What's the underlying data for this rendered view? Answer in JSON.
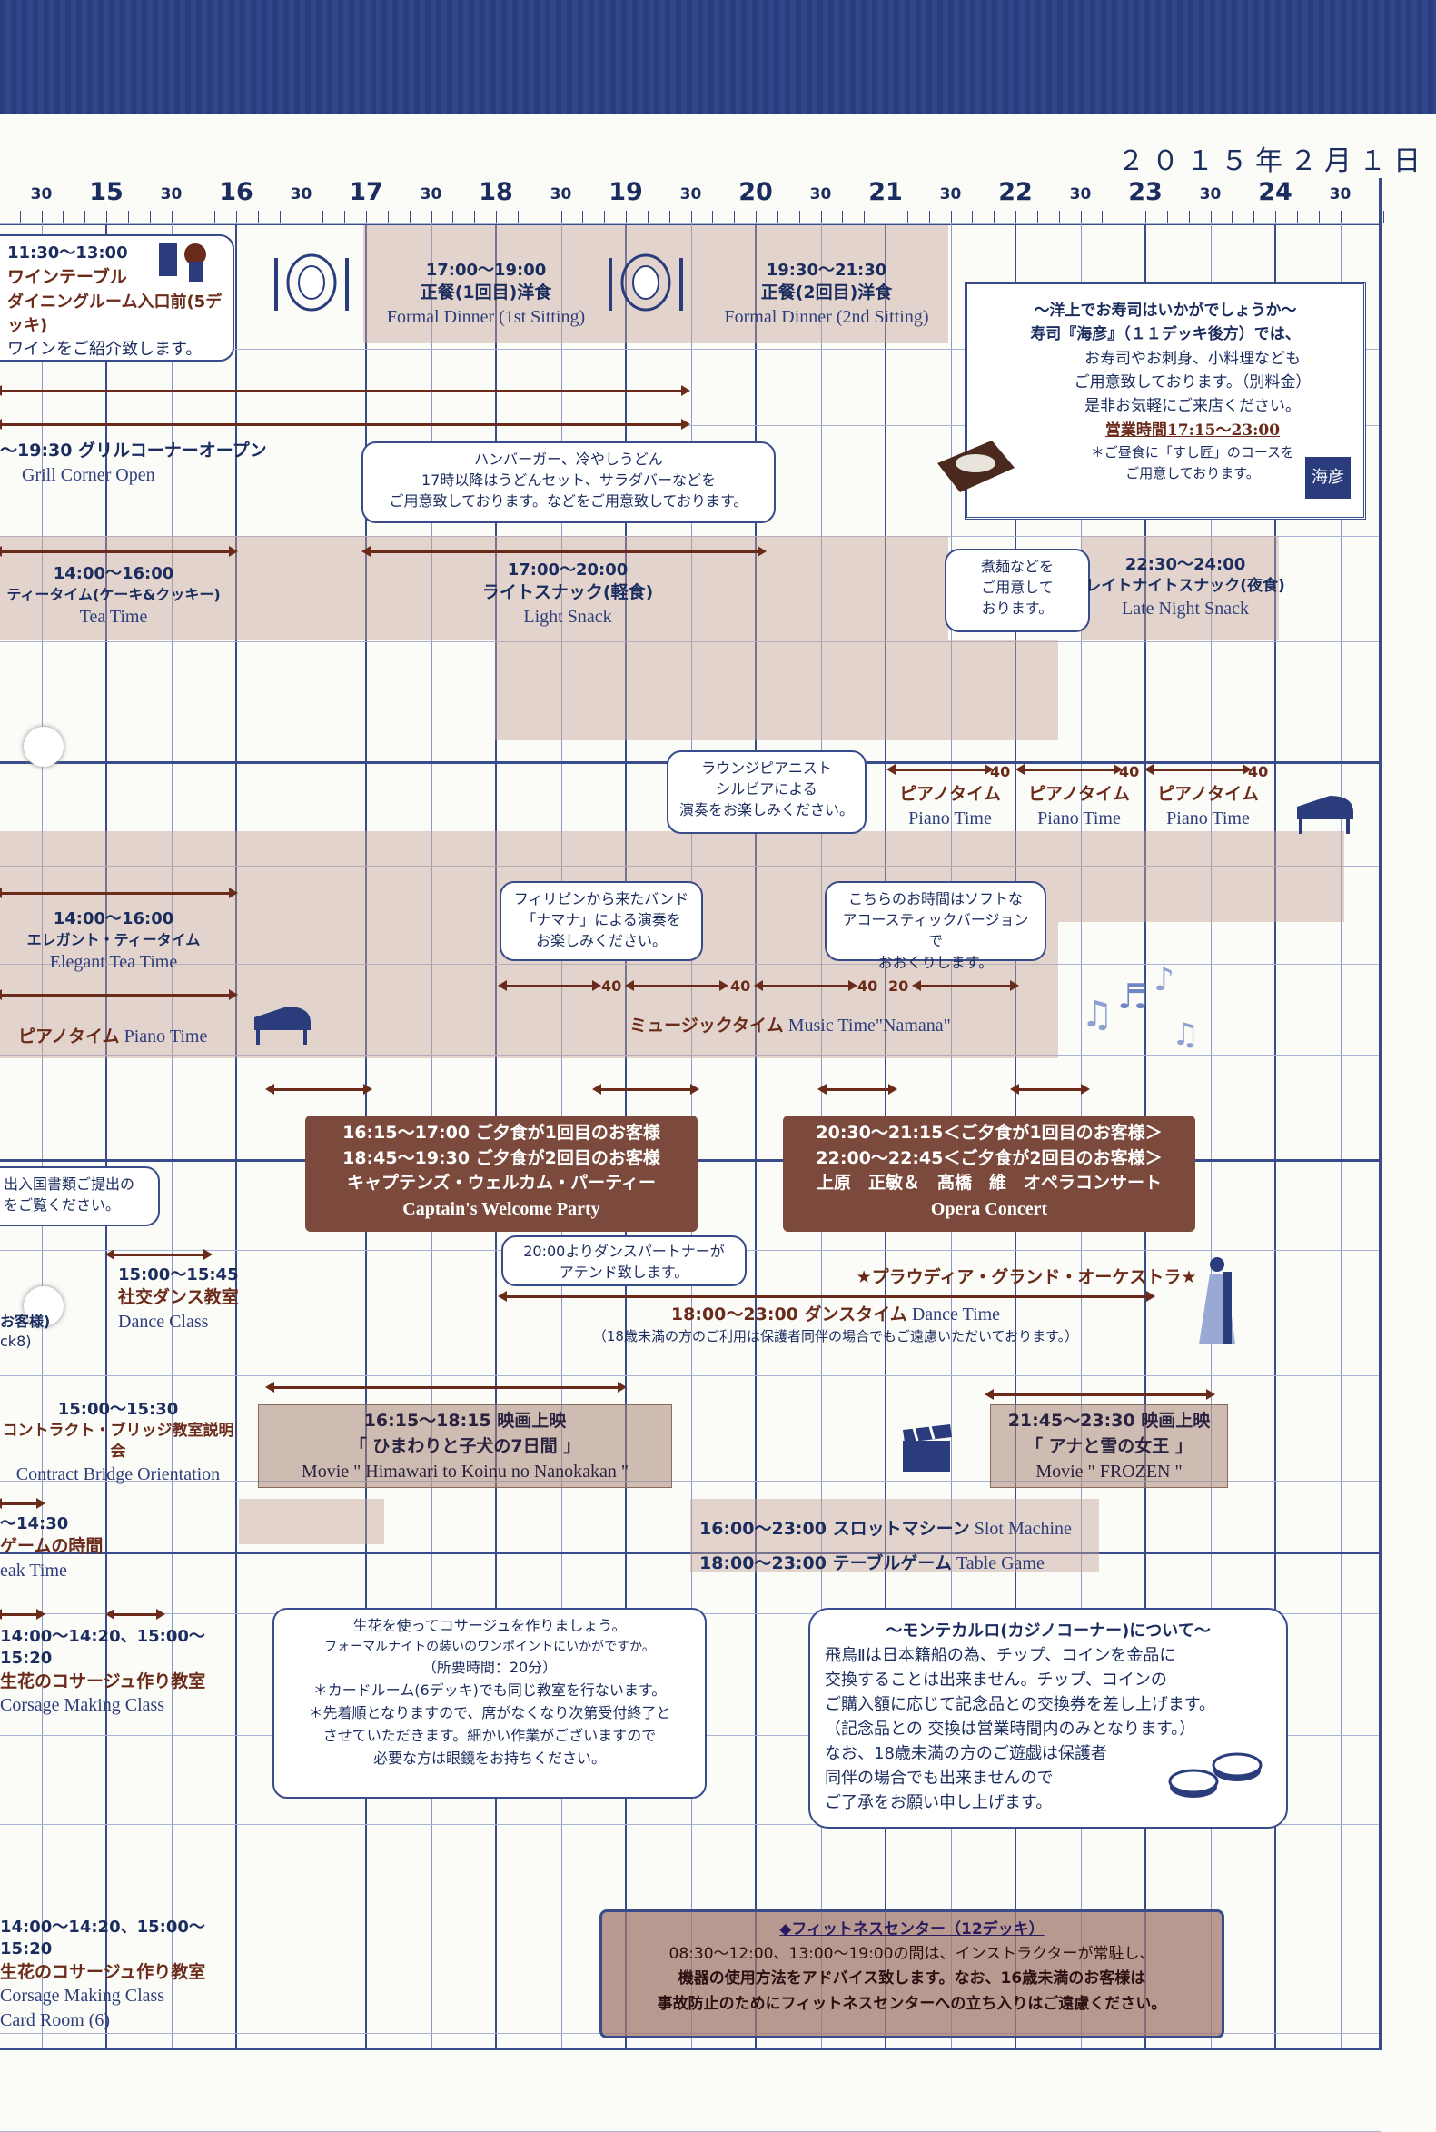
{
  "date": "２０１５年２月１日",
  "hours": [
    "15",
    "16",
    "17",
    "18",
    "19",
    "20",
    "21",
    "22",
    "23",
    "24"
  ],
  "half": "30",
  "dinner_left": {
    "time": "11:30〜13:00",
    "line1": "ワインテーブル",
    "line2": "ダイニングルーム入口前(5デッキ)",
    "line3": "ワインをご紹介致します。"
  },
  "dinner1": {
    "time": "17:00〜19:00",
    "jp": "正餐(1回目)洋食",
    "en": "Formal Dinner (1st Sitting)"
  },
  "dinner2": {
    "time": "19:30〜21:30",
    "jp": "正餐(2回目)洋食",
    "en": "Formal Dinner (2nd Sitting)"
  },
  "sushi": {
    "l1": "〜洋上でお寿司はいかがでしょうか〜",
    "l2": "寿司『海彦』（１１デッキ後方）では、",
    "l3": "お寿司やお刺身、小料理なども",
    "l4": "ご用意致しております。（別料金）",
    "l5": "是非お気軽にご来店ください。",
    "l6": "営業時間17:15〜23:00",
    "l7": "＊ご昼食に「すし匠」のコースを",
    "l8": "ご用意しております。",
    "logo": "海彦"
  },
  "grill": {
    "jp": "〜19:30 グリルコーナーオープン",
    "en": "Grill Corner Open"
  },
  "grill_bubble": {
    "l1": "ハンバーガー、冷やしうどん",
    "l2": "17時以降はうどんセット、サラダバーなどを",
    "l3": "ご用意致しております。などをご用意致しております。"
  },
  "tea": {
    "time": "14:00〜16:00",
    "jp": "ティータイム(ケーキ&クッキー)",
    "en": "Tea Time"
  },
  "snack": {
    "time": "17:00〜20:00",
    "jp": "ライトスナック(軽食)",
    "en": "Light Snack"
  },
  "noodle_bubble": {
    "l1": "煮麺などを",
    "l2": "ご用意して",
    "l3": "おります。"
  },
  "late": {
    "time": "22:30〜24:00",
    "jp": "レイトナイトスナック(夜食)",
    "en": "Late Night Snack"
  },
  "pianist_bubble": {
    "l1": "ラウンジピアニスト",
    "l2": "シルビアによる",
    "l3": "演奏をお楽しみください。"
  },
  "piano": {
    "jp": "ピアノタイム",
    "en": "Piano Time",
    "min": "40"
  },
  "elegant": {
    "time": "14:00〜16:00",
    "jp": "エレガント・ティータイム",
    "en": "Elegant Tea Time"
  },
  "piano_left": {
    "jp": "ピアノタイム",
    "en": "Piano Time"
  },
  "band_bubble": {
    "l1": "フィリピンから来たバンド",
    "l2": "「ナマナ」による演奏を",
    "l3": "お楽しみください。"
  },
  "acoustic_bubble": {
    "l1": "こちらのお時間はソフトな",
    "l2": "アコースティックバージョンで",
    "l3": "おおくりします。"
  },
  "music": {
    "jp": "ミュージックタイム",
    "en": "Music Time\"Namana\"",
    "n1": "40",
    "n2": "40",
    "n3": "40",
    "n4": "20"
  },
  "captain": {
    "l1": "16:15〜17:00 ご夕食が1回目のお客様",
    "l2": "18:45〜19:30 ご夕食が2回目のお客様",
    "l3": "キャプテンズ・ウェルカム・パーティー",
    "en": "Captain's Welcome Party"
  },
  "opera": {
    "l1": "20:30〜21:15＜ご夕食が1回目のお客様＞",
    "l2": "22:00〜22:45＜ご夕食が2回目のお客様＞",
    "l3": "上原　正敏＆　髙橋　維　オペラコンサート",
    "en": "Opera Concert"
  },
  "immig_bubble": {
    "l1": "出入国書類ご提出の",
    "l2": "をご覧ください。"
  },
  "dance_class": {
    "time": "15:00〜15:45",
    "jp": "社交ダンス教室",
    "en": "Dance Class"
  },
  "dance_bubble": {
    "l1": "20:00よりダンスパートナーが",
    "l2": "アテンド致します。"
  },
  "orchestra": "★プラウディア・グランド・オーケストラ★",
  "dance_time": {
    "l1a": "18:00〜23:00  ダンスタイム",
    "l1b": "Dance Time",
    "l2": "（18歳未満の方のご利用は保護者同伴の場合でもご遠慮いただいております。）"
  },
  "left_cut1": {
    "l1": "お客様)",
    "l2": "ck8)"
  },
  "bridge": {
    "time": "15:00〜15:30",
    "jp": "コントラクト・ブリッジ教室説明会",
    "en": "Contract Bridge Orientation"
  },
  "movie1": {
    "l1": "16:15〜18:15  映画上映",
    "l2": "「 ひまわりと子犬の7日間 」",
    "en": "Movie \" Himawari to Koinu no Nanokakan \""
  },
  "movie2": {
    "l1": "21:45〜23:30  映画上映",
    "l2": "「 アナと雪の女王 」",
    "en": "Movie \" FROZEN \""
  },
  "game_left": {
    "l1": "〜14:30",
    "l2": "ゲームの時間",
    "l3": "eak Time"
  },
  "slot": {
    "l1a": "16:00〜23:00  スロットマシーン",
    "l1b": "Slot Machine",
    "l2a": "18:00〜23:00  テーブルゲーム",
    "l2b": "Table Game"
  },
  "corsage1": {
    "time": "14:00〜14:20、15:00〜15:20",
    "jp": "生花のコサージュ作り教室",
    "en": "Corsage Making Class"
  },
  "corsage_bubble": {
    "l1": "生花を使ってコサージュを作りましょう。",
    "l2": "フォーマルナイトの装いのワンポイントにいかがですか。",
    "l3": "（所要時間：20分）",
    "l4": "＊カードルーム(6デッキ)でも同じ教室を行ないます。",
    "l5": "＊先着順となりますので、席がなくなり次第受付終了と",
    "l6": "させていただきます。細かい作業がございますので",
    "l7": "必要な方は眼鏡をお持ちください。"
  },
  "casino": {
    "ttl": "〜モンテカルロ(カジノコーナー)について〜",
    "l1": "飛鳥Ⅱは日本籍船の為、チップ、コインを金品に",
    "l2": "交換することは出来ません。チップ、コインの",
    "l3": "ご購入額に応じて記念品との交換券を差し上げます。",
    "l4": "（記念品との 交換は営業時間内のみとなります。）",
    "l5": "なお、18歳未満の方のご遊戯は保護者",
    "l6": "同伴の場合でも出来ませんので",
    "l7": "ご了承をお願い申し上げます。"
  },
  "corsage2": {
    "time": "14:00〜14:20、15:00〜15:20",
    "jp": "生花のコサージュ作り教室",
    "en": "Corsage Making Class",
    "room": "Card Room (6)"
  },
  "fitness": {
    "ttl": "◆フィットネスセンター（12デッキ）",
    "l1": "08:30〜12:00、13:00〜19:00の間は、インストラクターが常駐し、",
    "l2": "機器の使用方法をアドバイス致します。なお、16歳未満のお客様は",
    "l3": "事故防止のためにフィットネスセンターへの立ち入りはご遠慮ください。"
  }
}
